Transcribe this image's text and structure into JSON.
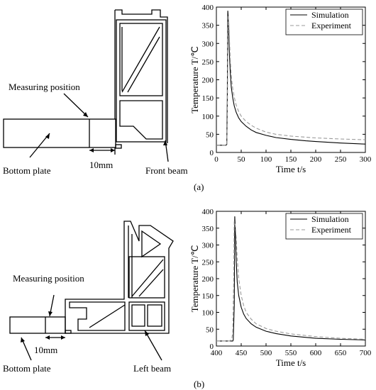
{
  "panel_a": {
    "caption": "(a)",
    "labels": {
      "measuring": "Measuring position",
      "bottom_plate": "Bottom plate",
      "beam": "Front beam",
      "dim": "10mm"
    }
  },
  "panel_b": {
    "caption": "(b)",
    "labels": {
      "measuring": "Measuring position",
      "bottom_plate": "Bottom plate",
      "beam": "Left beam",
      "dim": "10mm"
    }
  },
  "chart_data": [
    {
      "type": "line",
      "xlabel": "Time t/s",
      "ylabel": "Temperature T/℃",
      "xlim": [
        0,
        300
      ],
      "ylim": [
        0,
        400
      ],
      "xticks": [
        0,
        50,
        100,
        150,
        200,
        250,
        300
      ],
      "yticks": [
        0,
        50,
        100,
        150,
        200,
        250,
        300,
        350,
        400
      ],
      "legend_position": "top-right",
      "series": [
        {
          "name": "Simulation",
          "color": "#000000",
          "dash": "solid",
          "x": [
            0,
            18,
            19,
            21,
            22,
            23,
            24,
            25,
            26,
            28,
            30,
            33,
            36,
            40,
            45,
            50,
            60,
            70,
            80,
            100,
            120,
            150,
            180,
            200,
            250,
            300
          ],
          "y": [
            20,
            20,
            20,
            22,
            150,
            390,
            370,
            330,
            280,
            220,
            180,
            150,
            128,
            110,
            95,
            85,
            72,
            62,
            55,
            47,
            41,
            36,
            32,
            30,
            26,
            23
          ]
        },
        {
          "name": "Experiment",
          "color": "#9a9a9a",
          "dash": "dashed",
          "x": [
            0,
            18,
            21,
            22,
            23,
            24,
            25,
            26,
            28,
            30,
            33,
            36,
            40,
            45,
            50,
            60,
            70,
            80,
            100,
            120,
            150,
            180,
            200,
            250,
            300
          ],
          "y": [
            20,
            20,
            20,
            80,
            300,
            375,
            360,
            320,
            255,
            210,
            175,
            152,
            130,
            112,
            100,
            85,
            75,
            67,
            56,
            50,
            45,
            42,
            40,
            37,
            35
          ]
        }
      ]
    },
    {
      "type": "line",
      "xlabel": "Time t/s",
      "ylabel": "Temperature T/℃",
      "xlim": [
        400,
        700
      ],
      "ylim": [
        0,
        400
      ],
      "xticks": [
        400,
        450,
        500,
        550,
        600,
        650,
        700
      ],
      "yticks": [
        0,
        50,
        100,
        150,
        200,
        250,
        300,
        350,
        400
      ],
      "legend_position": "top-right",
      "series": [
        {
          "name": "Simulation",
          "color": "#000000",
          "dash": "solid",
          "x": [
            400,
            433,
            434,
            436,
            437,
            438,
            439,
            440,
            442,
            445,
            450,
            455,
            460,
            470,
            480,
            500,
            520,
            550,
            600,
            650,
            700
          ],
          "y": [
            15,
            15,
            18,
            120,
            385,
            350,
            300,
            250,
            190,
            150,
            115,
            95,
            82,
            66,
            56,
            44,
            37,
            30,
            23,
            20,
            18
          ]
        },
        {
          "name": "Experiment",
          "color": "#9a9a9a",
          "dash": "dashed",
          "x": [
            400,
            427,
            429,
            431,
            433,
            435,
            436,
            438,
            440,
            442,
            445,
            450,
            455,
            460,
            470,
            480,
            500,
            520,
            550,
            600,
            650,
            700
          ],
          "y": [
            15,
            15,
            18,
            22,
            40,
            200,
            370,
            360,
            320,
            260,
            200,
            150,
            120,
            100,
            80,
            66,
            52,
            44,
            36,
            28,
            23,
            20
          ]
        }
      ]
    }
  ]
}
